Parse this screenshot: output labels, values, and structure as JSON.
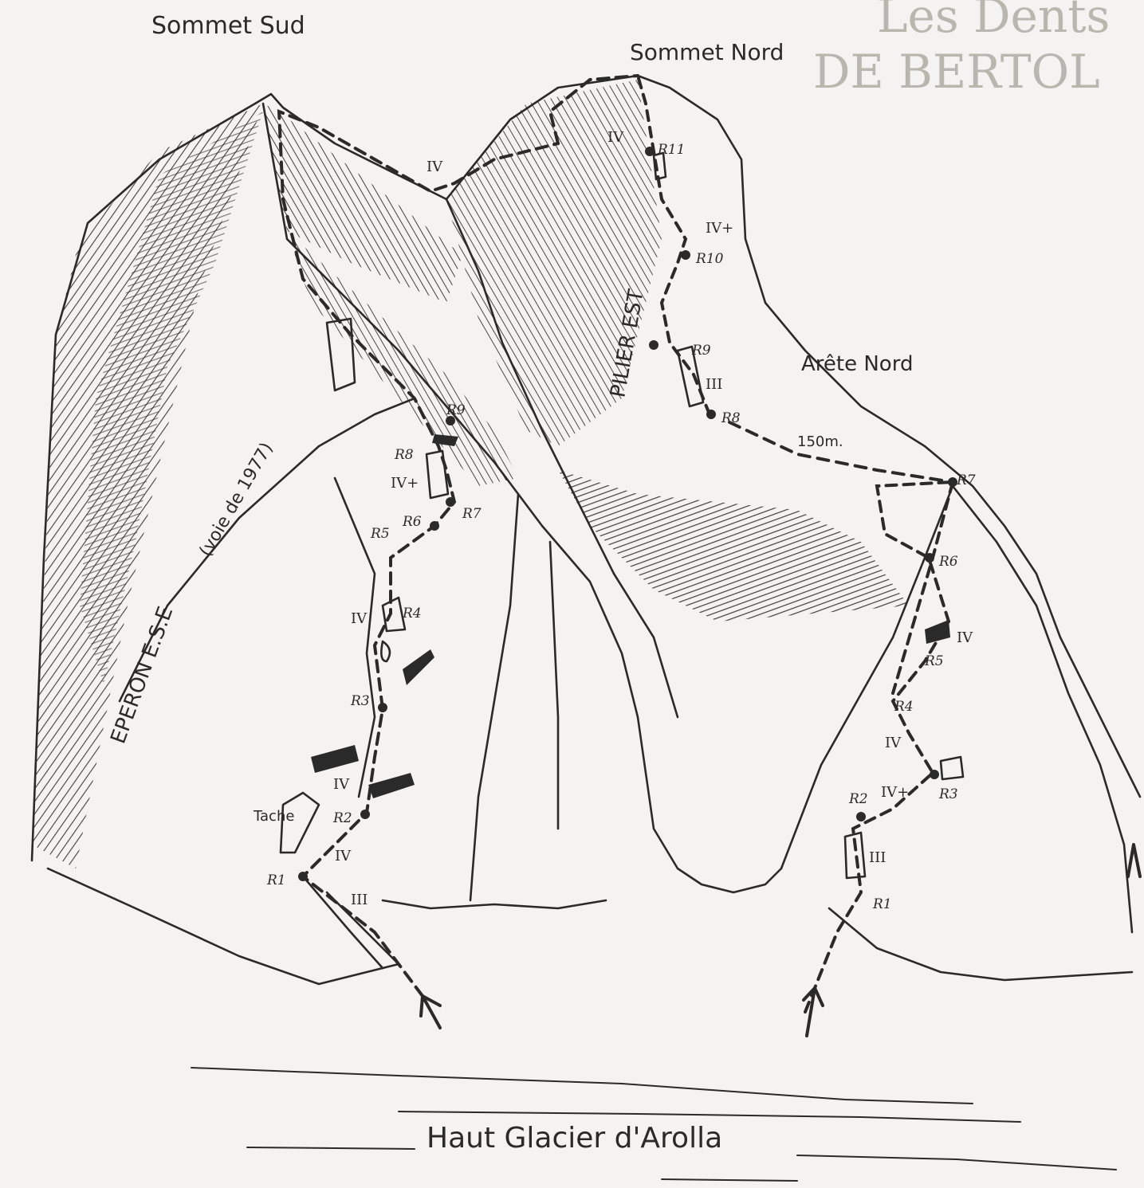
{
  "labels": {
    "sommet_sud": "Sommet Sud",
    "sommet_nord": "Sommet Nord",
    "arete_nord": "Arête Nord",
    "pilier_est": "PILIER EST",
    "eperon": "EPERON E.S.E",
    "voie_1977": "(voie de 1977)",
    "glacier": "Haut Glacier d'Arolla",
    "tache": "Tache",
    "distance": "150m."
  },
  "left_route": {
    "relays": [
      "R1",
      "R2",
      "R3",
      "R4",
      "R5",
      "R6",
      "R7",
      "R8",
      "R9"
    ],
    "grades": [
      "III",
      "IV",
      "IV",
      "IV",
      "IV+",
      "IV"
    ]
  },
  "pillar_route": {
    "relays": [
      "R8",
      "R9",
      "R10",
      "R11"
    ],
    "grades": [
      "III",
      "IV+",
      "IV"
    ]
  },
  "right_route": {
    "relays": [
      "R1",
      "R2",
      "R3",
      "R4",
      "R5",
      "R6",
      "R7"
    ],
    "grades": [
      "III",
      "IV+",
      "IV",
      "IV"
    ]
  },
  "bleed_text": {
    "title_1": "Les Dents",
    "title_2": "DE BERTOL"
  },
  "colors": {
    "ink": "#2a2a2a",
    "paper": "#f4f3f1",
    "bleed": "#b9b6b0"
  }
}
